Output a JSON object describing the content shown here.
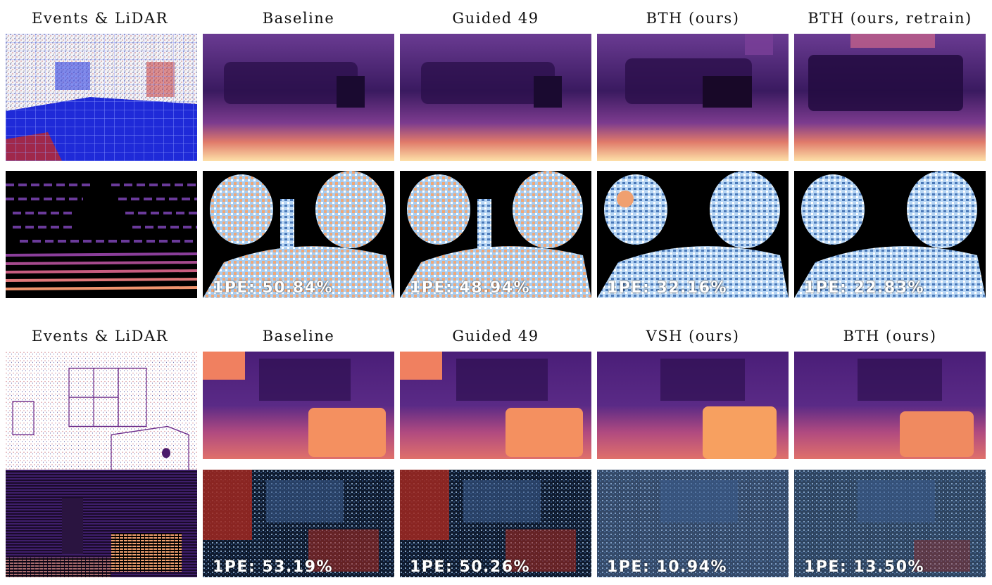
{
  "top": {
    "headers": [
      "Events & LiDAR",
      "Baseline",
      "Guided  49",
      "BTH (ours)",
      "BTH (ours, retrain)"
    ],
    "metrics": [
      "1PE: 50.84%",
      "1PE: 48.94%",
      "1PE: 32.16%",
      "1PE: 22.83%"
    ]
  },
  "bottom": {
    "headers": [
      "Events & LiDAR",
      "Baseline",
      "Guided  49",
      "VSH (ours)",
      "BTH (ours)"
    ],
    "metrics": [
      "1PE: 53.19%",
      "1PE: 50.26%",
      "1PE: 10.94%",
      "1PE: 13.50%"
    ]
  },
  "colors": {
    "depth_far": "#2a0f4a",
    "depth_mid": "#7a3b8c",
    "depth_near": "#fcd9a0",
    "error_low": "#9ec5ea",
    "error_high": "#f0a070",
    "event_pos": "#d02020",
    "event_neg": "#1a22e0"
  }
}
